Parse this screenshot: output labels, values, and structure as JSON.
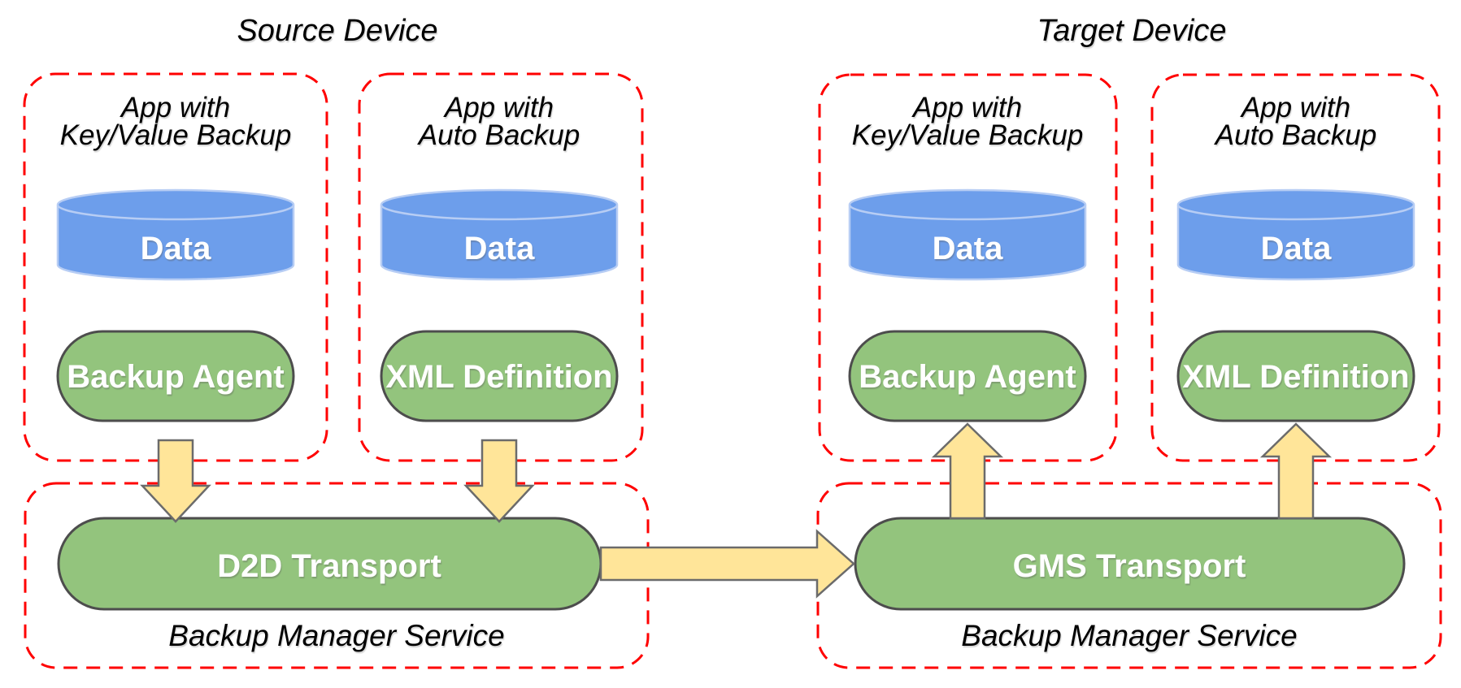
{
  "titles": {
    "source": "Source Device",
    "target": "Target Device"
  },
  "apps": [
    {
      "label_line1": "App with",
      "label_line2": "Key/Value Backup",
      "data_store": "Data",
      "component": "Backup Agent"
    },
    {
      "label_line1": "App with",
      "label_line2": "Auto Backup",
      "data_store": "Data",
      "component": "XML Definition"
    },
    {
      "label_line1": "App with",
      "label_line2": "Key/Value Backup",
      "data_store": "Data",
      "component": "Backup Agent"
    },
    {
      "label_line1": "App with",
      "label_line2": "Auto Backup",
      "data_store": "Data",
      "component": "XML Definition"
    }
  ],
  "services": [
    {
      "transport": "D2D Transport",
      "label": "Backup Manager Service"
    },
    {
      "transport": "GMS Transport",
      "label": "Backup Manager Service"
    }
  ],
  "colors": {
    "background": "#ffffff",
    "box_border": "#ff0000",
    "cylinder_fill": "#6d9eeb",
    "cylinder_stroke": "#b7cdf4",
    "pill_fill": "#93c47d",
    "pill_stroke": "#4d4d4d",
    "arrow_fill": "#ffe599",
    "arrow_stroke": "#6b6b6b",
    "shape_text": "#ffffff",
    "label_text": "#000000"
  }
}
